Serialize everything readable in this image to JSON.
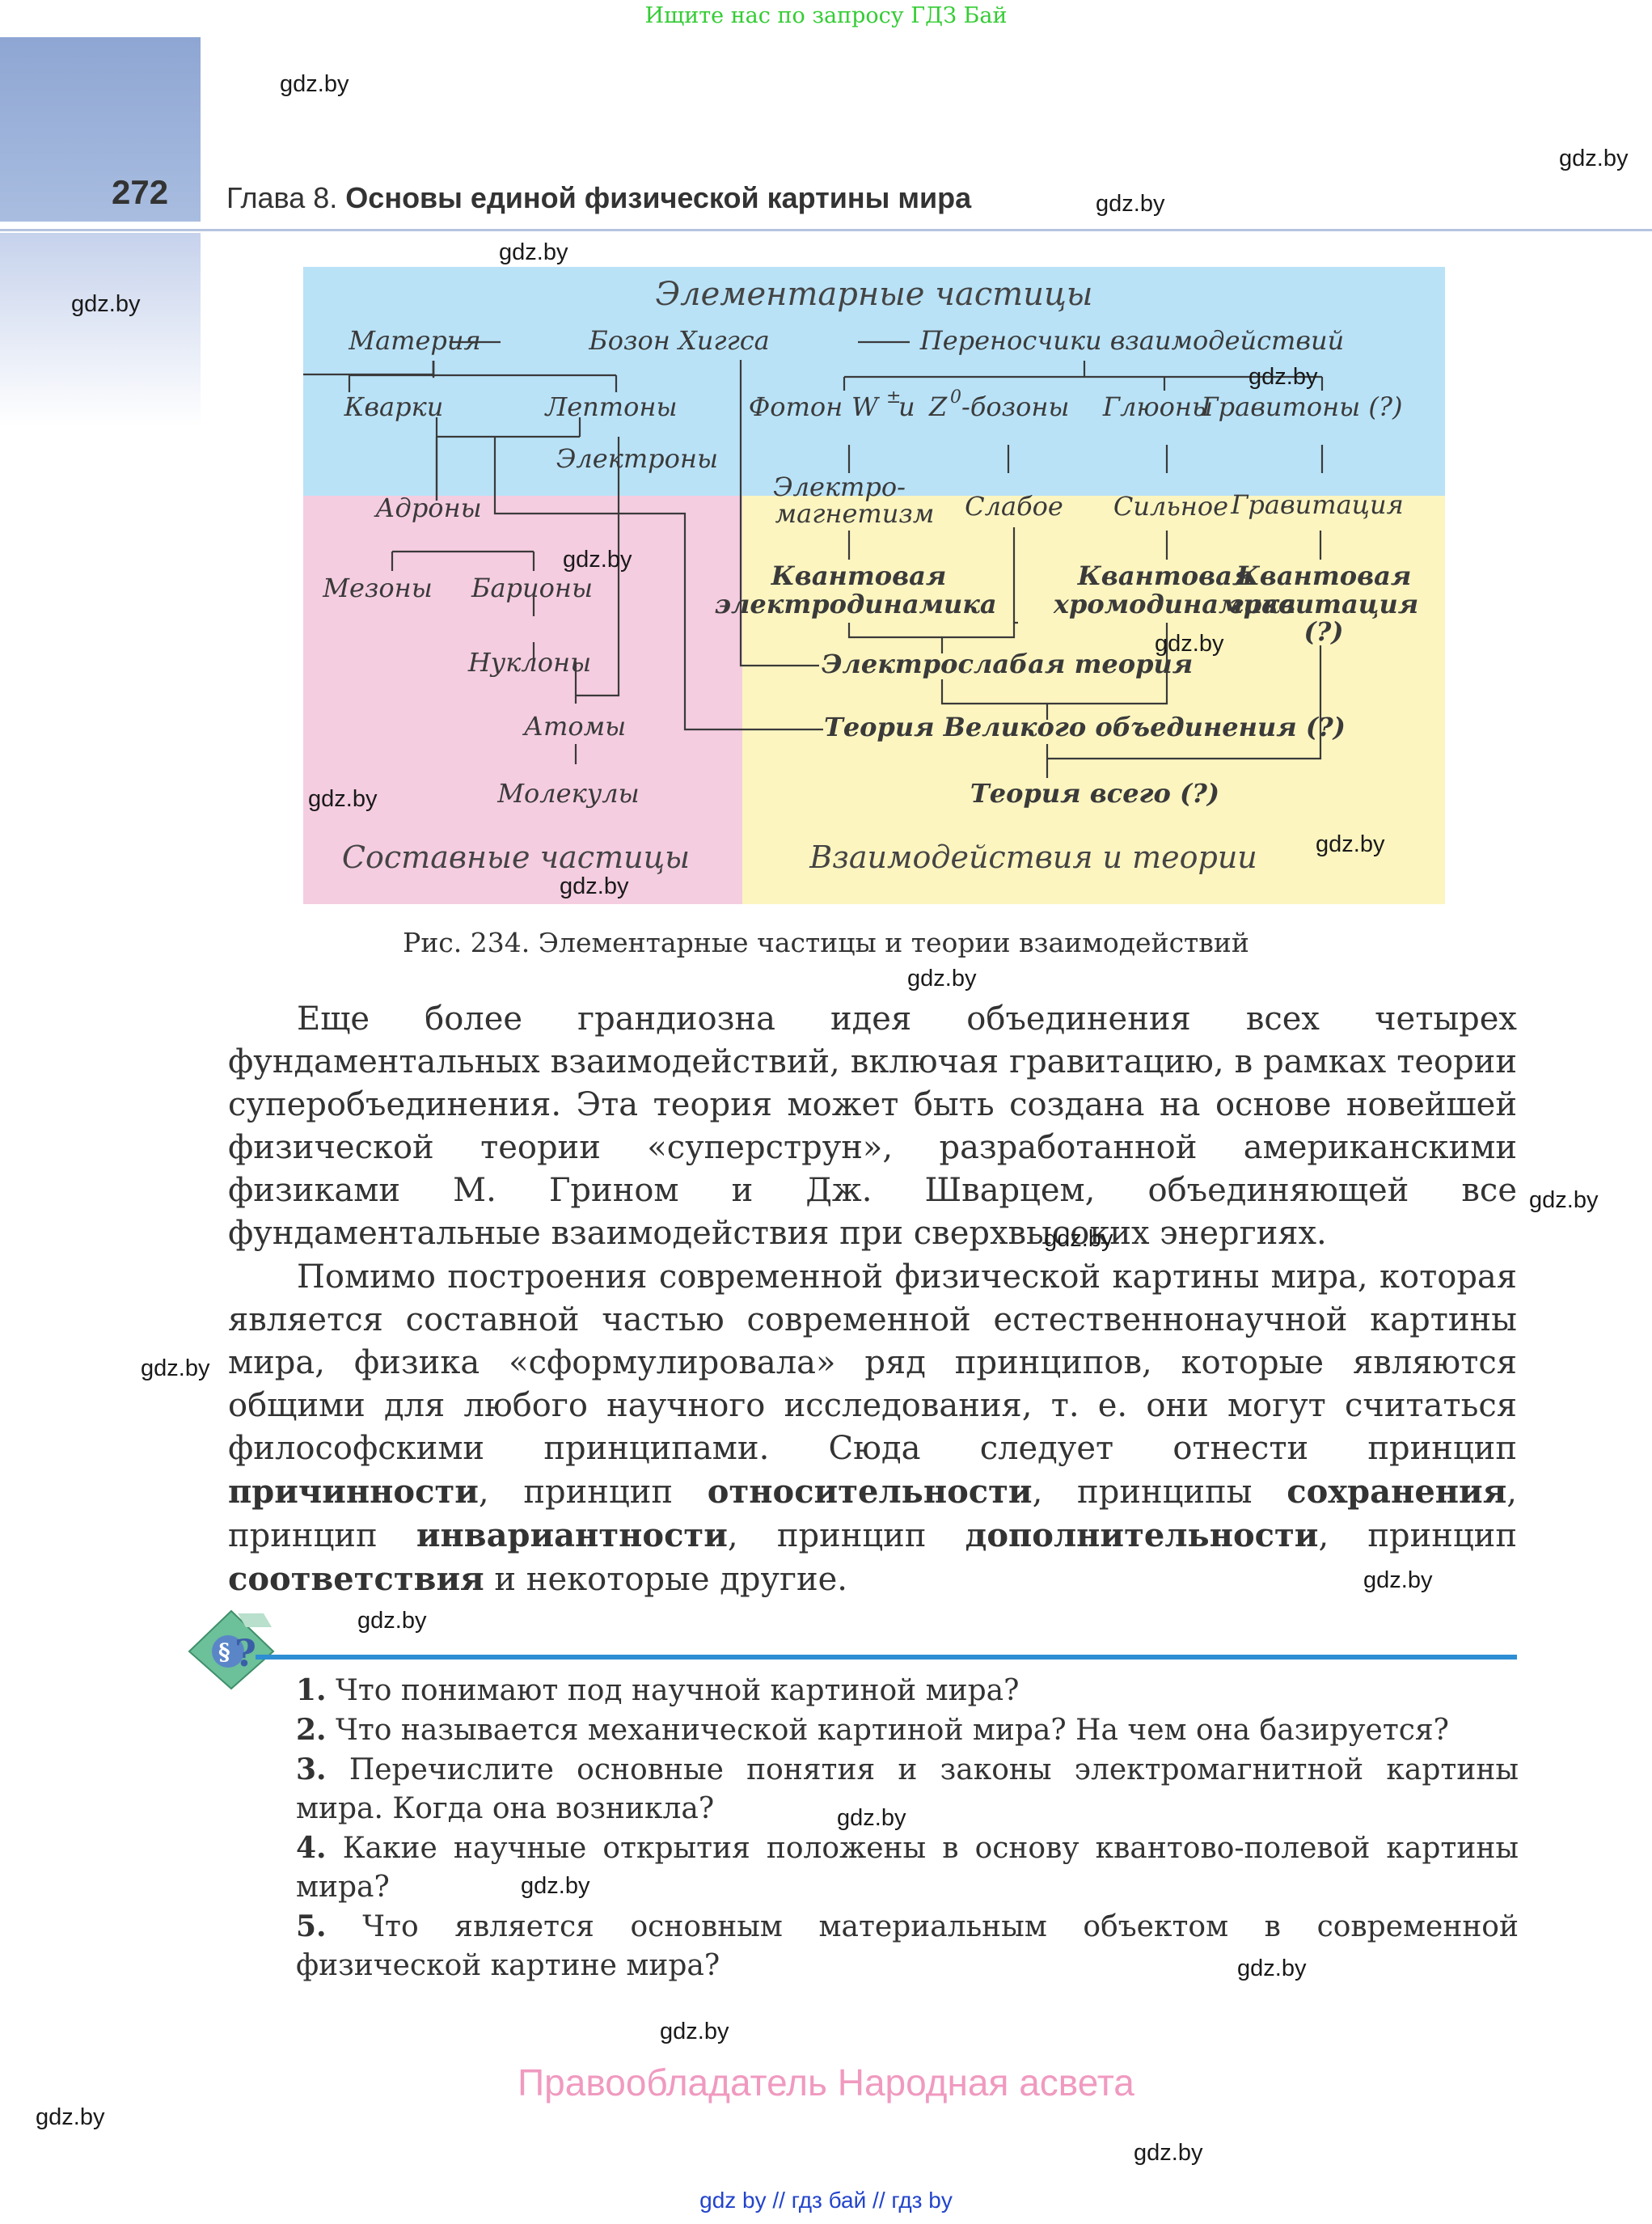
{
  "banner": "Ищите нас по запросу ГДЗ Бай",
  "header": {
    "page_number": "272",
    "chapter_prefix": "Глава 8.",
    "chapter_title": "Основы единой физической картины мира"
  },
  "watermarks": [
    "gdz.by",
    "gdz.by",
    "gdz.by",
    "gdz.by",
    "gdz.by",
    "gdz.by",
    "gdz.by",
    "gdz.by",
    "gdz.by",
    "gdz.by",
    "gdz.by",
    "gdz.by",
    "gdz.by",
    "gdz.by",
    "gdz.by",
    "gdz.by",
    "gdz.by",
    "gdz.by",
    "gdz.by",
    "gdz.by",
    "gdz.by",
    "gdz.by"
  ],
  "figure": {
    "title_top": "Элементарные частицы",
    "title_left": "Составные частицы",
    "title_right": "Взаимодействия и теории",
    "nodes": {
      "matter": "Материя",
      "higgs": "Бозон Хиггса",
      "carriers": "Переносчики взаимодействий",
      "quarks": "Кварки",
      "leptons": "Лептоны",
      "electrons": "Электроны",
      "photon": "Фотон",
      "wz_w": "W",
      "wz_pm": "±",
      "wz_and": "и",
      "wz_z": "Z",
      "wz_0": "0",
      "wz_bosons": "-бозоны",
      "gluons": "Глюоны",
      "gravitons": "Гравитоны (?)",
      "em_1": "Электро-",
      "em_2": "магнетизм",
      "weak": "Слабое",
      "strong": "Сильное",
      "gravitation": "Гравитация",
      "hadrons": "Адроны",
      "mesons": "Мезоны",
      "baryons": "Барионы",
      "nucleons": "Нуклоны",
      "atoms": "Атомы",
      "molecules": "Молекулы",
      "qed_1": "Квантовая",
      "qed_2": "электродинамика",
      "qcd_1": "Квантовая",
      "qcd_2": "хромодинамика",
      "qg_1": "Квантовая",
      "qg_2": "гравитация",
      "qg_3": "(?)",
      "electroweak": "Электрослабая теория",
      "gut": "Теория Великого объединения (?)",
      "toe": "Теория всего (?)"
    },
    "colors": {
      "top": "#b9e2f7",
      "left": "#f5cde0",
      "right": "#fcf5c0"
    }
  },
  "caption": "Рис. 234. Элементарные частицы и теории взаимодействий",
  "paragraph1": "Еще более грандиозна идея объединения всех четырех фундаментальных взаимодействий, включая гравитацию, в рамках теории суперобъединения. Эта теория может быть создана на основе новейшей физической теории «суперструн», разработанной американскими физиками М. Грином и Дж. Шварцем, объединяющей все фундаментальные взаимодействия при сверхвысоких энергиях.",
  "paragraph2": {
    "t1": "Помимо построения современной физической картины мира, которая является составной частью современной естественнонаучной картины мира, физика «сформулировала» ряд принципов, которые являются общими для любого научного исследования, т. е. они могут считаться философскими принципами. Сюда следует отнести принцип ",
    "b1": "причинности",
    "t2": ", принцип ",
    "b2": "относительности",
    "t3": ", принципы ",
    "b3": "сохранения",
    "t4": ", принцип ",
    "b4": "инвариантности",
    "t5": ", принцип ",
    "b5": "дополнительности",
    "t6": ", принцип ",
    "b6": "соответствия",
    "t7": " и некоторые другие."
  },
  "questions": [
    {
      "num": "1.",
      "text": "Что понимают под научной картиной мира?"
    },
    {
      "num": "2.",
      "text": "Что называется механической картиной мира? На чем она базируется?"
    },
    {
      "num": "3.",
      "text": "Перечислите основные понятия и законы электромагнитной картины мира. Когда она возникла?"
    },
    {
      "num": "4.",
      "text": "Какие научные открытия положены в основу квантово-полевой картины мира?"
    },
    {
      "num": "5.",
      "text": "Что является основным материальным объектом в современной физической картине мира?"
    }
  ],
  "rights": "Правообладатель Народная асвета",
  "bottom_links": "gdz by  //  гдз бай  //  гдз by"
}
